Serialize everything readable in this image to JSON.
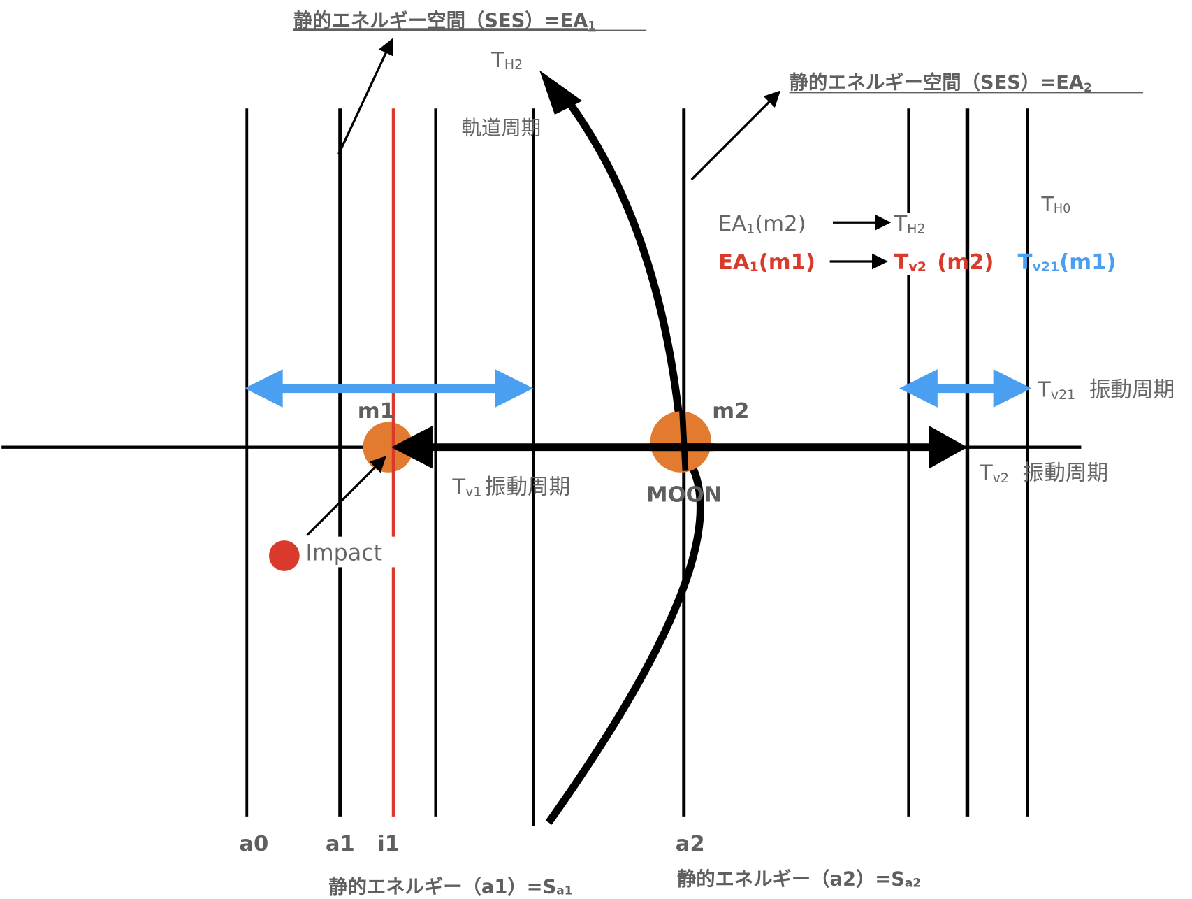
{
  "colors": {
    "text": "#5f5f5f",
    "red": "#d93a2b",
    "blue": "#4a9ff0",
    "orange": "#e27a30",
    "black": "#000000"
  },
  "titles": {
    "ses1": {
      "main": "静的エネルギー空間（SES）=EA",
      "sub": "1"
    },
    "ses2": {
      "main": "静的エネルギー空間（SES）=EA",
      "sub": "2"
    }
  },
  "labels": {
    "th2_top": {
      "main": "T",
      "sub": "H2"
    },
    "orbital_period": "軌道周期",
    "th0": {
      "main": "T",
      "sub": "H0"
    },
    "ea1_m2": {
      "a": "EA",
      "sub": "1",
      "b": "(m2)"
    },
    "ea1_m2_target": {
      "main": "T",
      "sub": "H2"
    },
    "ea1_m1": {
      "a": "EA",
      "sub": "1",
      "b": "(m1)"
    },
    "ea1_m1_target": {
      "main": "T",
      "sub": "v2",
      "m2": "(m2)"
    },
    "tv21_m1": {
      "main": "T",
      "sub": "v21",
      "tail": "(m1)"
    },
    "tv21": {
      "main": "T",
      "sub": "v21",
      "tail": "振動周期"
    },
    "m1": "m1",
    "m2": "m2",
    "moon": "MOON",
    "tv1": {
      "main": "T",
      "sub": "v1",
      "tail": "振動周期"
    },
    "tv2": {
      "main": "T",
      "sub": "v2",
      "tail": "振動周期"
    },
    "impact": "Impact"
  },
  "axis_labels": {
    "a0": "a0",
    "a1": "a1",
    "i1": "i1",
    "a2": "a2"
  },
  "energy_labels": {
    "sa1": {
      "main": "静的エネルギー（a1）=S",
      "sub": "a1"
    },
    "sa2": {
      "main": "静的エネルギー（a2）=S",
      "sub": "a2"
    }
  }
}
